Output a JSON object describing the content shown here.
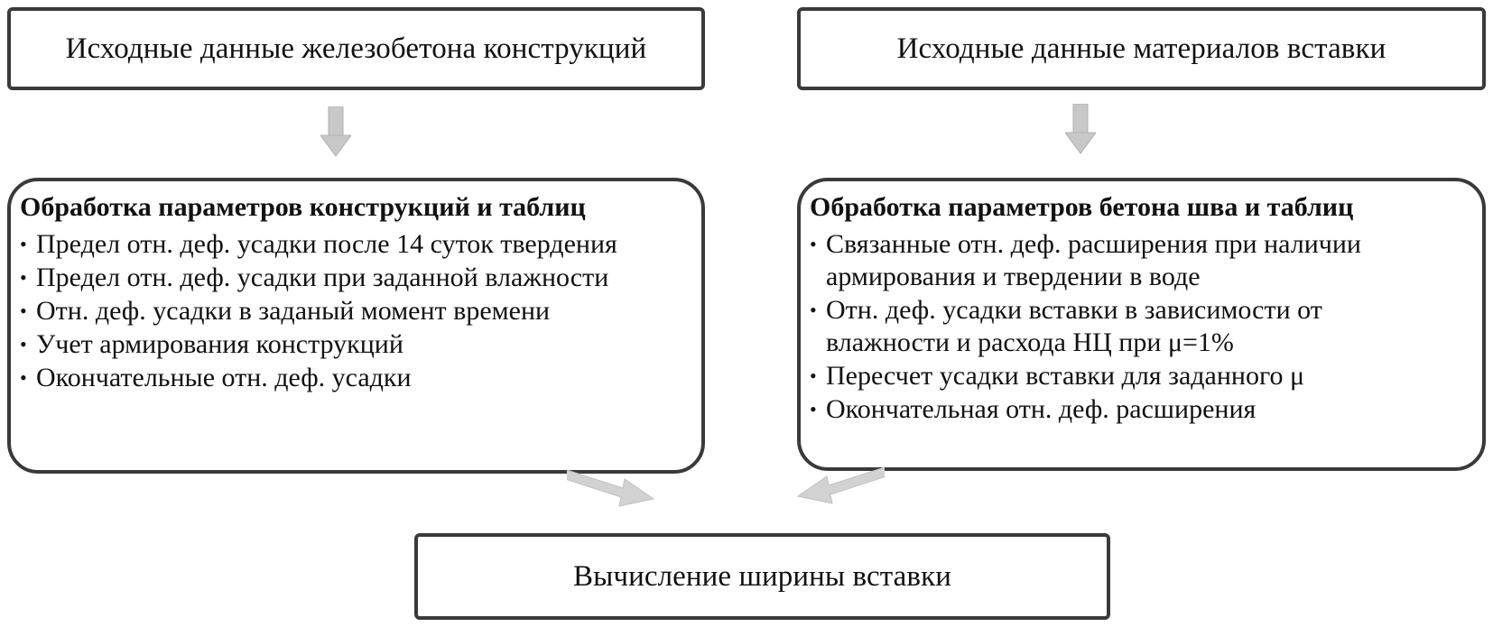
{
  "boxes": {
    "top_left": "Исходные данные железобетона конструкций",
    "top_right": "Исходные данные материалов вставки",
    "bottom": "Вычисление ширины вставки"
  },
  "left_panel": {
    "title": "Обработка параметров конструкций и таблиц",
    "items": [
      "Предел отн. деф. усадки после 14 суток твердения",
      "Предел отн. деф. усадки при заданной влажности",
      "Отн. деф. усадки в заданый момент времени",
      "Учет армирования конструкций",
      "Окончательные  отн. деф. усадки"
    ]
  },
  "right_panel": {
    "title": "Обработка параметров бетона шва и таблиц",
    "items": [
      "Связанные отн. деф. расширения при наличии\nармирования и твердении в воде",
      "Отн. деф. усадки вставки в зависимости от\nвлажности и расхода НЦ при μ=1%",
      "Пересчет усадки вставки для заданного μ",
      "Окончательная отн. деф. расширения"
    ]
  },
  "bullet_symbol": "•",
  "colors": {
    "border": "#3a3a3a",
    "arrow": "#c8c8c8",
    "text": "#111111"
  }
}
